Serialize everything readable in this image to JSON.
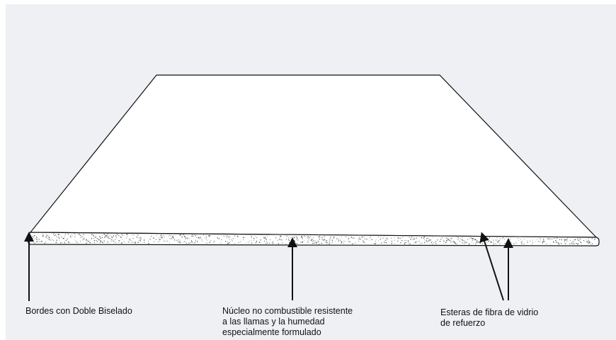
{
  "labels": {
    "edges": {
      "lines": [
        "Bordes con Doble Biselado"
      ]
    },
    "core": {
      "lines": [
        "Núcleo no combustible resistente",
        "a las llamas y la humedad",
        "especialmente formulado"
      ]
    },
    "mats": {
      "lines": [
        "Esteras de fibra de vidrio",
        "de refuerzo"
      ]
    }
  },
  "colors": {
    "background_panel": "#eef0f3",
    "board_face": "#ffffff",
    "outline": "#111111",
    "core_speckle": "#444444",
    "text": "#111111"
  },
  "icons": [
    "arrow-icon"
  ]
}
